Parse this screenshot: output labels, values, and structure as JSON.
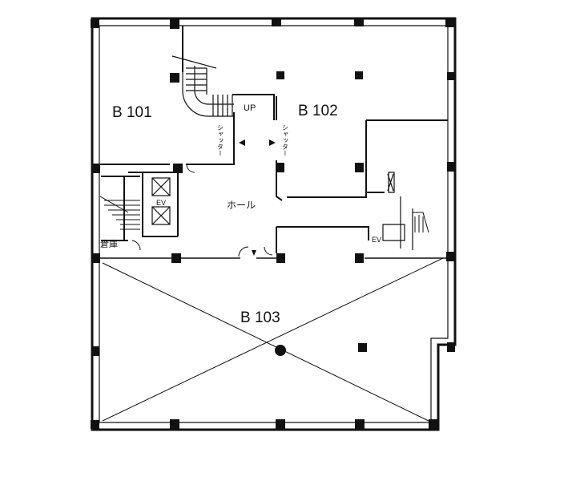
{
  "rooms": {
    "b101": "B 101",
    "b102": "B 102",
    "b103": "B 103",
    "hall": "ホール",
    "storage": "倉庫"
  },
  "labels": {
    "up": "UP",
    "shutter_left": "シャッター",
    "shutter_right": "シャッター",
    "ev_left": "EV",
    "ev_right": "EV"
  },
  "colors": {
    "line": "#111111",
    "background": "#ffffff"
  }
}
